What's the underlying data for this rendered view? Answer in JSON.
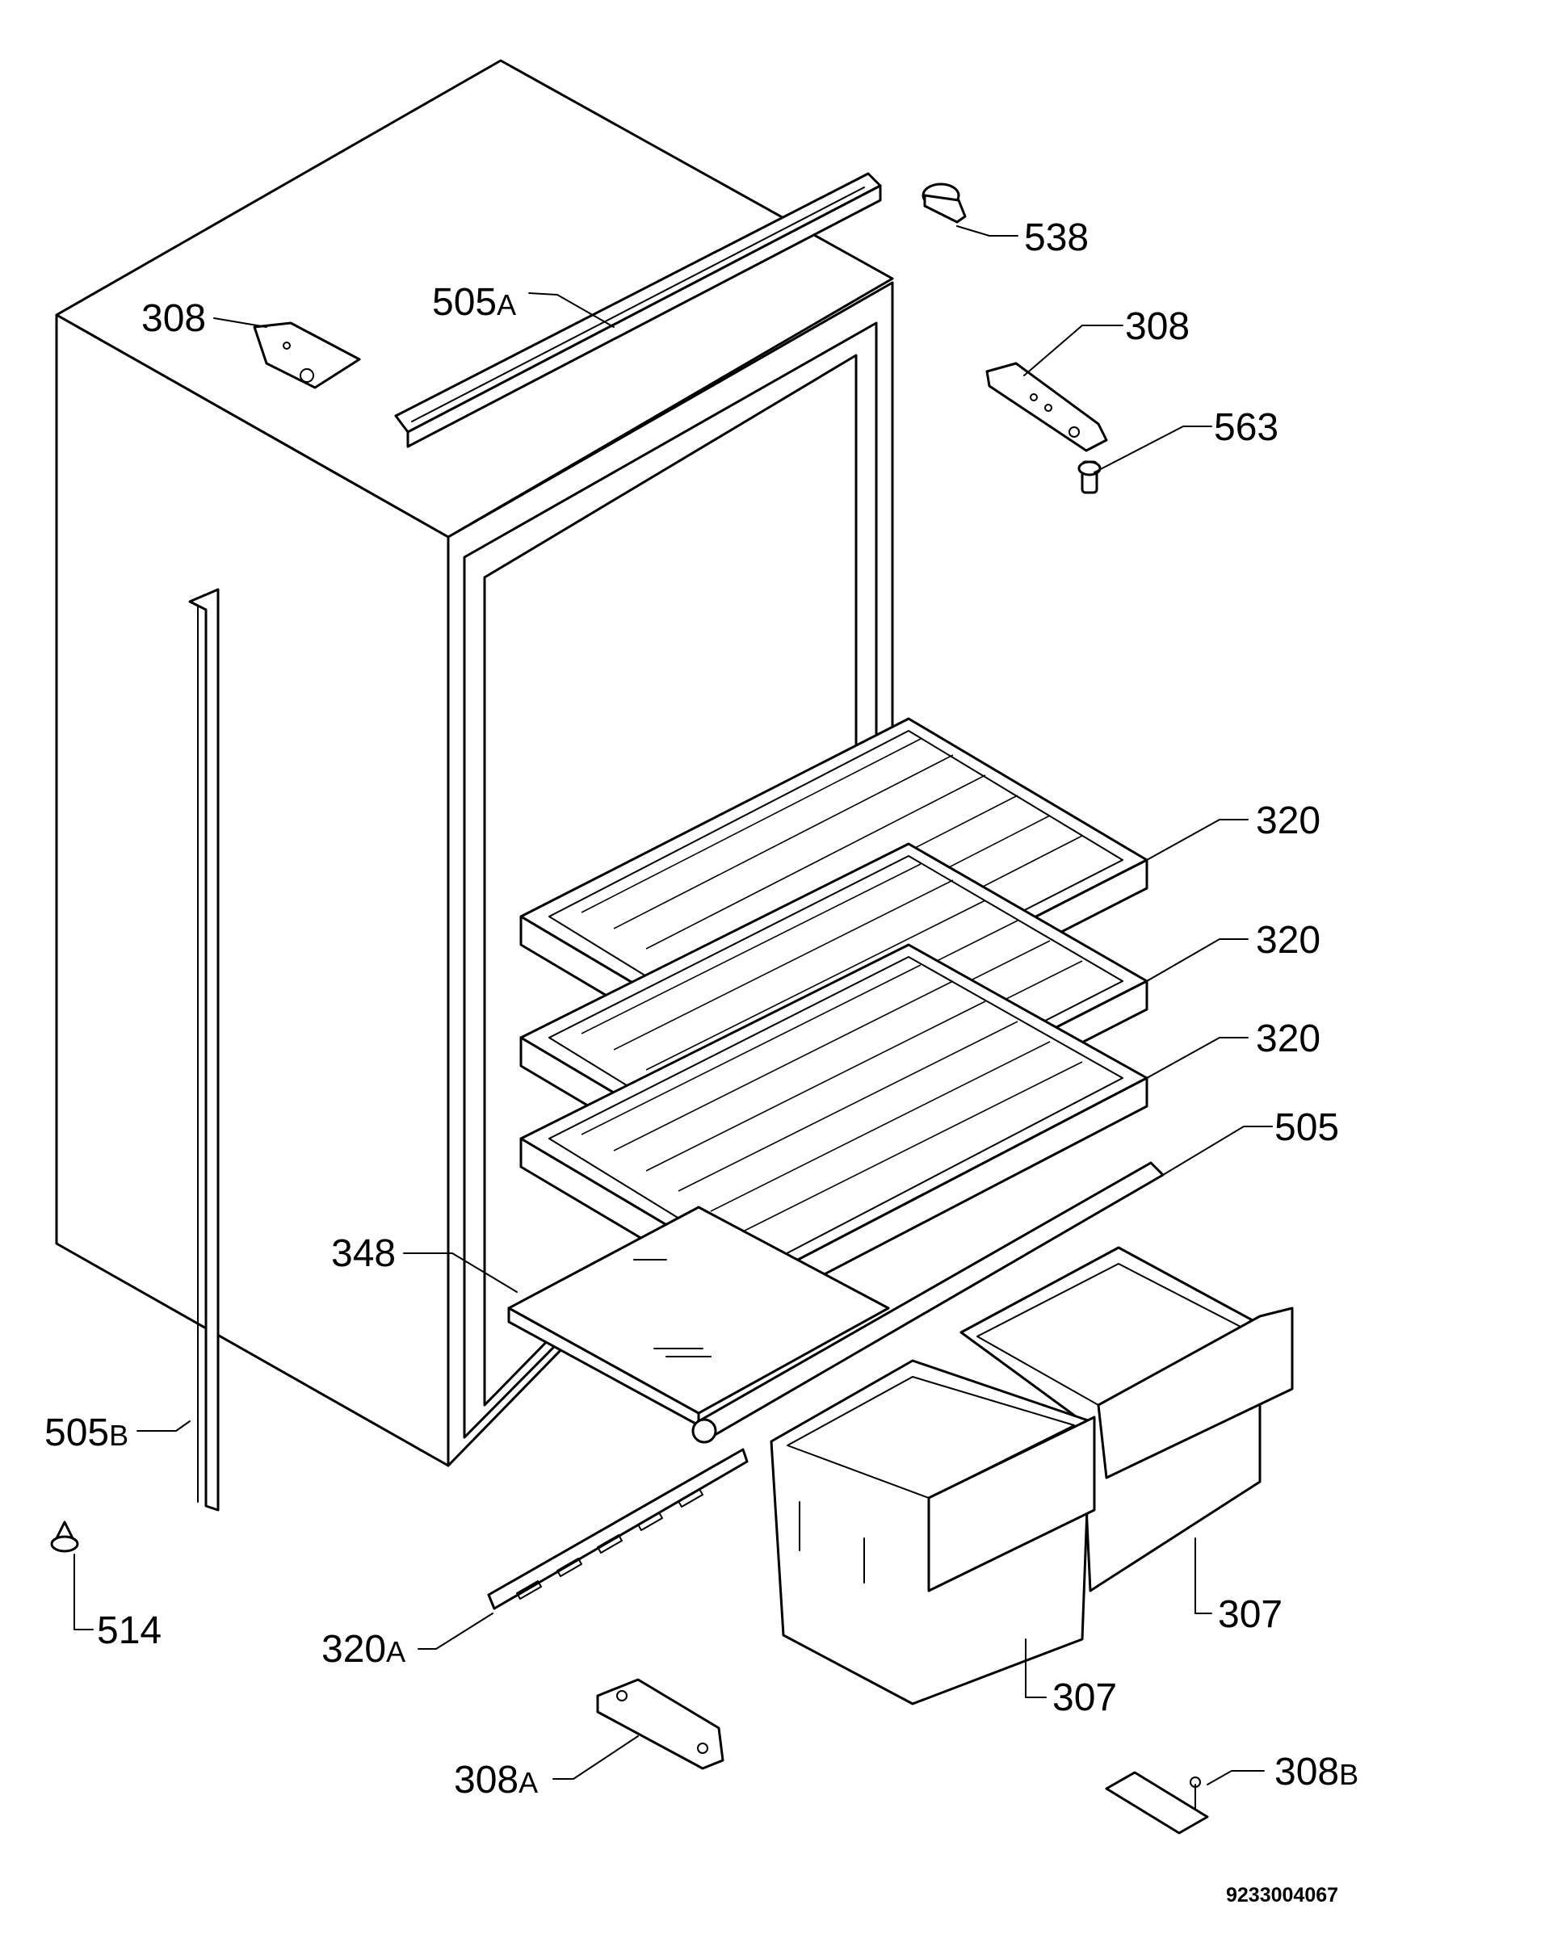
{
  "diagram_code": "9233004067",
  "callouts": [
    {
      "id": "c-538",
      "num": "538",
      "suffix": ""
    },
    {
      "id": "c-308-left",
      "num": "308",
      "suffix": ""
    },
    {
      "id": "c-505a",
      "num": "505",
      "suffix": "A"
    },
    {
      "id": "c-308-right",
      "num": "308",
      "suffix": ""
    },
    {
      "id": "c-563",
      "num": "563",
      "suffix": ""
    },
    {
      "id": "c-320-1",
      "num": "320",
      "suffix": ""
    },
    {
      "id": "c-320-2",
      "num": "320",
      "suffix": ""
    },
    {
      "id": "c-320-3",
      "num": "320",
      "suffix": ""
    },
    {
      "id": "c-505",
      "num": "505",
      "suffix": ""
    },
    {
      "id": "c-348",
      "num": "348",
      "suffix": ""
    },
    {
      "id": "c-505b",
      "num": "505",
      "suffix": "B"
    },
    {
      "id": "c-514",
      "num": "514",
      "suffix": ""
    },
    {
      "id": "c-320a",
      "num": "320",
      "suffix": "A"
    },
    {
      "id": "c-307-right",
      "num": "307",
      "suffix": ""
    },
    {
      "id": "c-307-left",
      "num": "307",
      "suffix": ""
    },
    {
      "id": "c-308a",
      "num": "308",
      "suffix": "A"
    },
    {
      "id": "c-308b",
      "num": "308",
      "suffix": "B"
    }
  ]
}
